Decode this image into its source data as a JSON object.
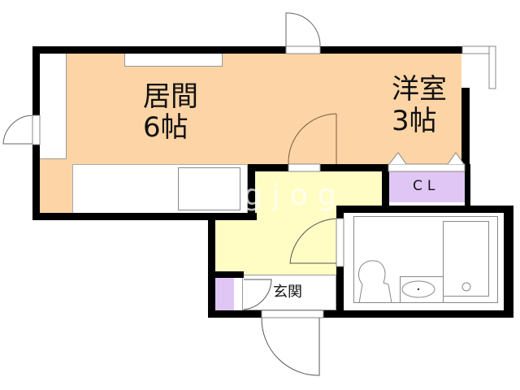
{
  "floorplan": {
    "rooms": [
      {
        "id": "living",
        "name": "居間",
        "size": "6帖"
      },
      {
        "id": "western",
        "name": "洋室",
        "size": "3帖"
      },
      {
        "id": "closet",
        "name": "CL"
      },
      {
        "id": "entrance",
        "name": "玄関"
      }
    ],
    "watermark": "gjog",
    "colors": {
      "room_fill": "#FDD4A6",
      "hall_fill": "#FFFDC4",
      "storage_fill": "#E0C6F4",
      "wall": "#000000",
      "fixture": "#ffffff"
    }
  }
}
